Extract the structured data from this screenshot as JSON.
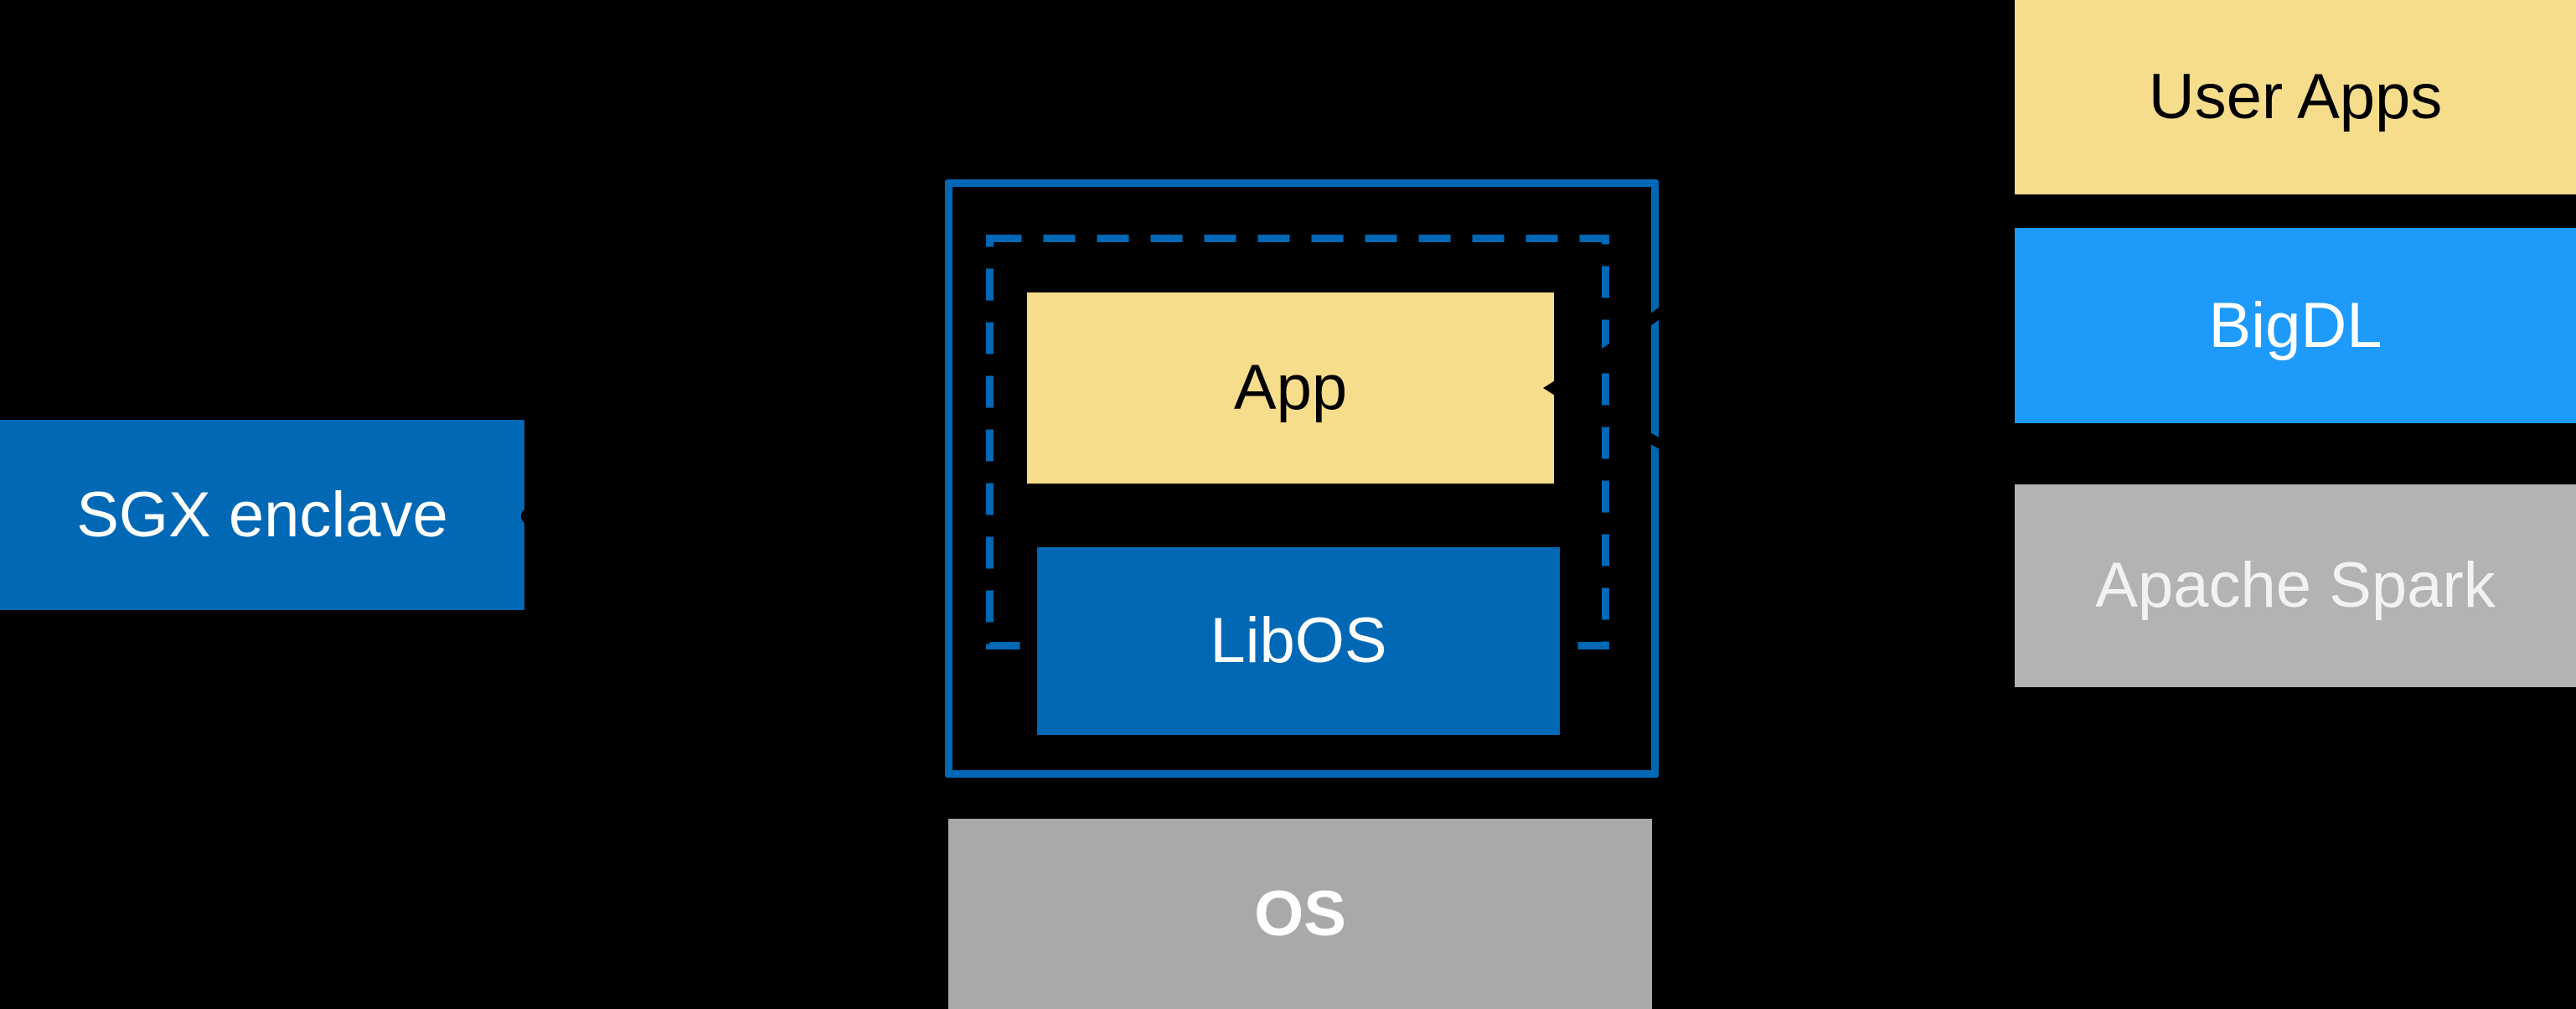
{
  "diagram": {
    "sgx_label": "SGX enclave",
    "enclave": {
      "app_label": "App",
      "libos_label": "LibOS"
    },
    "os_label": "OS",
    "stack": {
      "user_apps_label": "User Apps",
      "bigdl_label": "BigDL",
      "spark_label": "Apache Spark"
    }
  },
  "colors": {
    "bg_black": "#000000",
    "intel_blue": "#0068B5",
    "bright_blue": "#1E9AFA",
    "soft_yellow": "#F6DD8B",
    "os_gray": "#A9A9A9",
    "spark_gray": "#B3B3B3",
    "annotation_black": "#000000",
    "text_white": "#FFFFFF",
    "text_black": "#000000",
    "spark_text": "#F2F2F2"
  }
}
